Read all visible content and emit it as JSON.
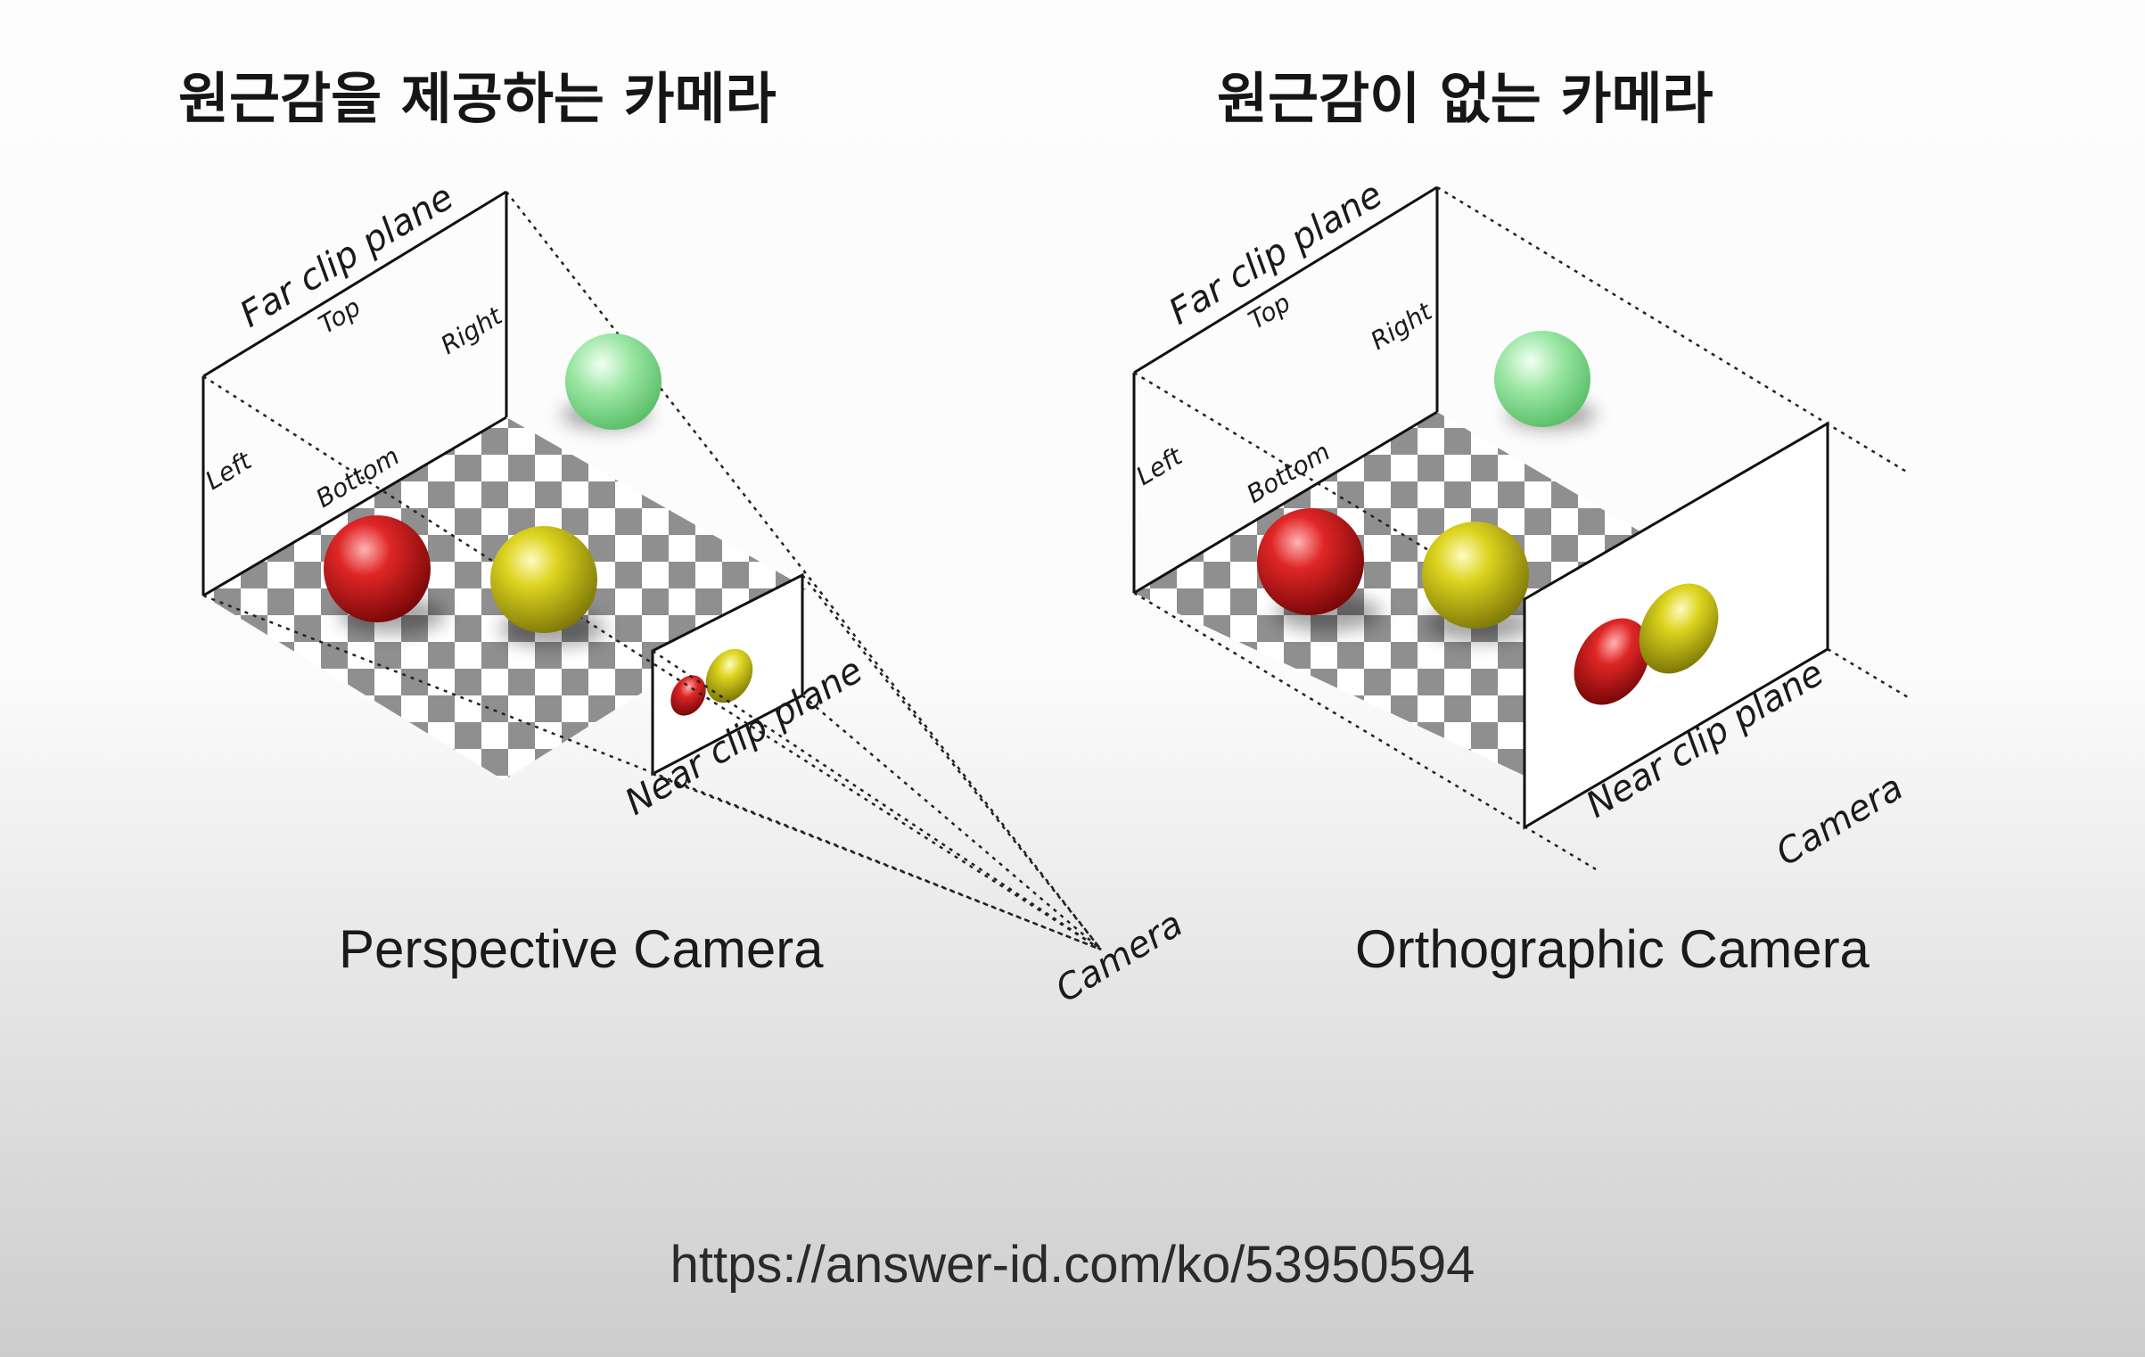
{
  "headings": {
    "left": "원근감을 제공하는 카메라",
    "right": "원근감이 없는 카메라"
  },
  "perspective": {
    "far_clip_plane": "Far clip plane",
    "top": "Top",
    "right": "Right",
    "left": "Left",
    "bottom": "Bottom",
    "near_clip_plane": "Near clip plane",
    "camera": "Camera",
    "caption": "Perspective Camera"
  },
  "orthographic": {
    "far_clip_plane": "Far clip plane",
    "top": "Top",
    "right": "Right",
    "left": "Left",
    "bottom": "Bottom",
    "near_clip_plane": "Near clip plane",
    "camera": "Camera",
    "caption": "Orthographic Camera"
  },
  "source_url": "https://answer-id.com/ko/53950594",
  "colors": {
    "red_sphere": "#d11a1a",
    "yellow_sphere": "#d8d21a",
    "green_sphere": "#8fe39a",
    "checker_dark": "#8f8f8f",
    "checker_light": "#ffffff"
  }
}
